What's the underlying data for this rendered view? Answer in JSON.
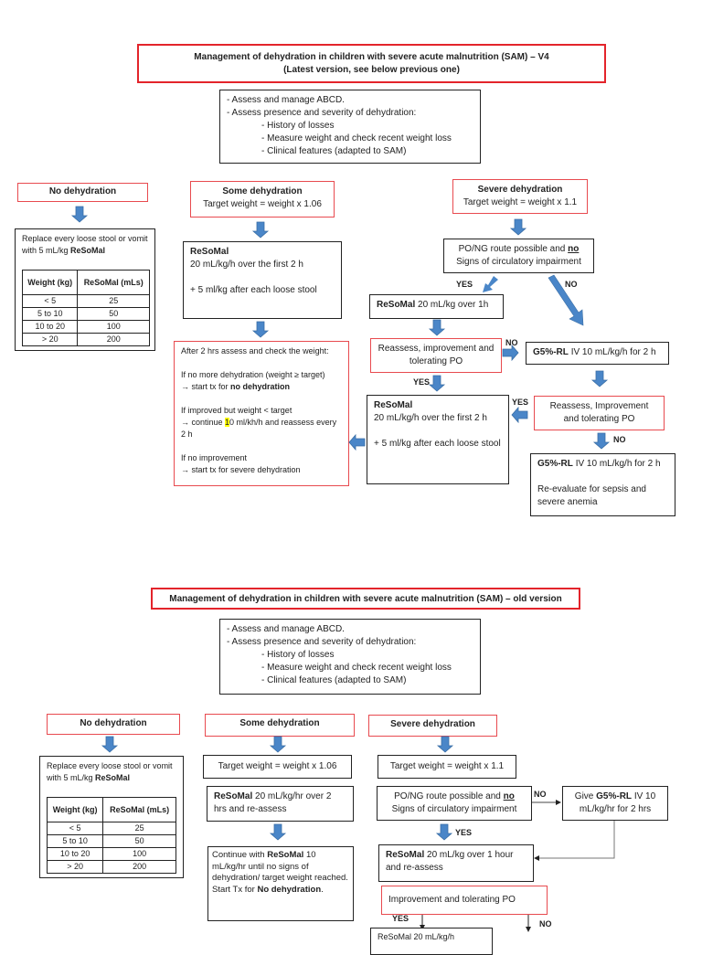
{
  "v4": {
    "title": "Management of dehydration in children with severe acute malnutrition (SAM) – V4",
    "subtitle": "(Latest version, see below previous one)",
    "assess": [
      "- Assess and manage ABCD.",
      "- Assess presence and severity of dehydration:",
      "- History of losses",
      "- Measure weight and check recent weight loss",
      "- Clinical features (adapted to SAM)"
    ],
    "no_dehydration": "No dehydration",
    "replace_text": "Replace every loose stool or vomit with 5 mL/kg",
    "resomal": "ReSoMal",
    "table": {
      "headers": [
        "Weight (kg)",
        "ReSoMal (mLs)"
      ],
      "rows": [
        [
          "< 5",
          "25"
        ],
        [
          "5 to 10",
          "50"
        ],
        [
          "10 to 20",
          "100"
        ],
        [
          "> 20",
          "200"
        ]
      ]
    },
    "some_title": "Some dehydration",
    "some_target": "Target weight = weight x 1.06",
    "some_resomal_line1": "20 mL/kg/h over the first 2 h",
    "some_resomal_line2": "+ 5 ml/kg after each loose stool",
    "after": {
      "l1": "After 2 hrs assess and check the weight:",
      "l2": "If no more dehydration (weight ≥ target)",
      "l3a": "→ start tx for ",
      "l3b": "no dehydration",
      "l4": "If improved but weight < target",
      "l5a": "→ continue ",
      "l5hl": "1",
      "l5b": "0 ml/kh/h and reassess every 2 h",
      "l6": "If no improvement",
      "l7": "→ start tx for severe dehydration"
    },
    "severe_title": "Severe dehydration",
    "severe_target": "Target weight = weight x 1.1",
    "po_ng_a": "PO/NG route possible and ",
    "po_ng_no": "no",
    "po_ng_b": "Signs of circulatory impairment",
    "yes": "YES",
    "no": "NO",
    "resomal_1h": "20 mL/kg over 1h",
    "reassess1": "Reassess, improvement and tolerating PO",
    "g5rl": "G5%-RL",
    "g5rl_text": "IV 10 mL/kg/h for 2 h",
    "resomal_box_l1": "20 mL/kg/h over the first 2 h",
    "resomal_box_l2": "+ 5 ml/kg after each loose stool",
    "reassess2": "Reassess, Improvement and tolerating PO",
    "reevaluate": "Re-evaluate for sepsis and severe anemia"
  },
  "old": {
    "title": "Management of dehydration in children with severe acute malnutrition (SAM) – old version",
    "some_target": "Target weight = weight x 1.06",
    "some_resomal": "20 mL/kg/hr over 2 hrs and re-assess",
    "continue_a": "Continue with ",
    "continue_b": "10 mL/kg/hr until no signs of dehydration/ target weight reached.",
    "continue_c": "Start Tx for ",
    "continue_d": "No dehydration",
    "continue_e": ".",
    "severe_target": "Target weight = weight x 1.1",
    "give": "Give ",
    "give_b": "IV 10 mL/kg/hr for 2 hrs",
    "resomal_1h": "20 mL/kg over 1 hour and re-assess",
    "improvement": "Improvement and tolerating PO",
    "cut_box": "ReSoMal 20 mL/kg/h"
  },
  "colors": {
    "arrow": "#4a86c8",
    "red_border": "#e84a4f"
  }
}
